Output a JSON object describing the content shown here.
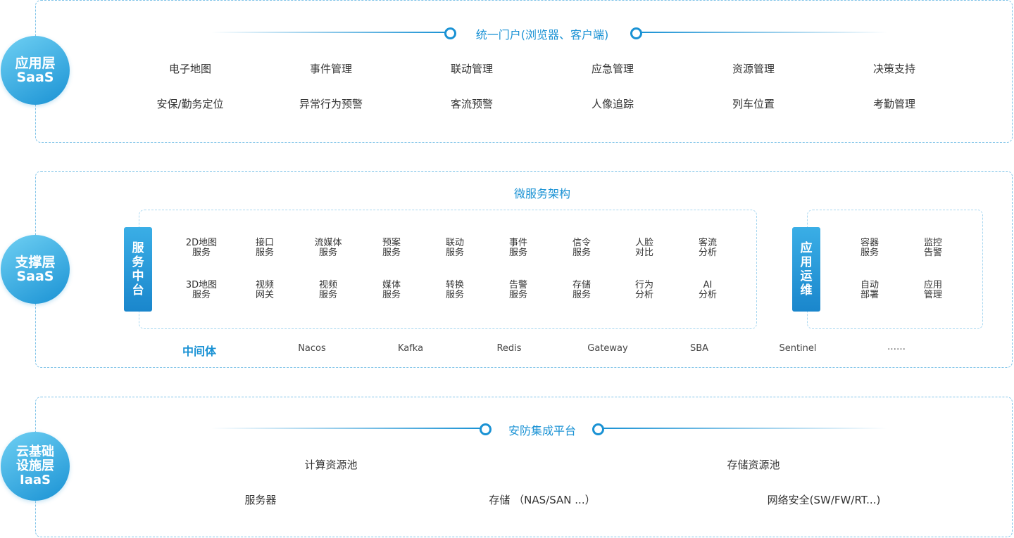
{
  "layers": {
    "saas": {
      "badge": [
        "应用层",
        "SaaS"
      ],
      "title": "统一门户(浏览器、客户端)",
      "rows": [
        [
          "电子地图",
          "事件管理",
          "联动管理",
          "应急管理",
          "资源管理",
          "决策支持"
        ],
        [
          "安保/勤务定位",
          "异常行为预警",
          "客流预警",
          "人像追踪",
          "列车位置",
          "考勤管理"
        ]
      ]
    },
    "support": {
      "badge": [
        "支撑层",
        "SaaS"
      ],
      "title": "微服务架构",
      "service_center": {
        "label": [
          "服",
          "务",
          "中",
          "台"
        ],
        "row1": [
          [
            "2D地图",
            "服务"
          ],
          [
            "接口",
            "服务"
          ],
          [
            "流媒体",
            "服务"
          ],
          [
            "预案",
            "服务"
          ],
          [
            "联动",
            "服务"
          ],
          [
            "事件",
            "服务"
          ],
          [
            "信令",
            "服务"
          ],
          [
            "人脸",
            "对比"
          ],
          [
            "客流",
            "分析"
          ]
        ],
        "row2": [
          [
            "3D地图",
            "服务"
          ],
          [
            "视频",
            "网关"
          ],
          [
            "视频",
            "服务"
          ],
          [
            "媒体",
            "服务"
          ],
          [
            "转换",
            "服务"
          ],
          [
            "告警",
            "服务"
          ],
          [
            "存储",
            "服务"
          ],
          [
            "行为",
            "分析"
          ],
          [
            "AI",
            "分析"
          ]
        ]
      },
      "ops": {
        "label": [
          "应",
          "用",
          "运",
          "维"
        ],
        "row1": [
          [
            "容器",
            "服务"
          ],
          [
            "监控",
            "告警"
          ]
        ],
        "row2": [
          [
            "自动",
            "部署"
          ],
          [
            "应用",
            "管理"
          ]
        ]
      },
      "middleware": {
        "title": "中间体",
        "items": [
          "Nacos",
          "Kafka",
          "Redis",
          "Gateway",
          "SBA",
          "Sentinel",
          "……"
        ]
      }
    },
    "iaas": {
      "badge": [
        "云基础",
        "设施层",
        "IaaS"
      ],
      "title": "安防集成平台",
      "pools": [
        "计算资源池",
        "存储资源池"
      ],
      "items": [
        "服务器",
        "存储 （NAS/SAN ...）",
        "网络安全(SW/FW/RT...)"
      ]
    }
  },
  "colors": {
    "accent": "#1a92d4",
    "border": "#7fc3e8",
    "text": "#333333"
  }
}
